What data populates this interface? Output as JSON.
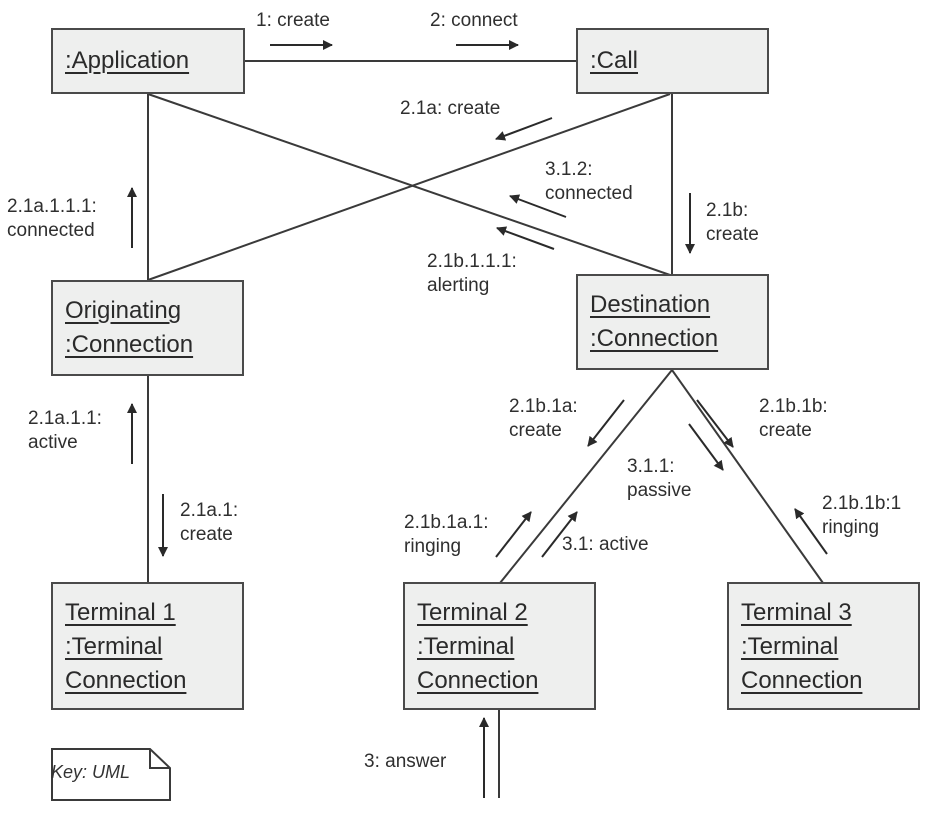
{
  "objects": {
    "application": {
      "lines": [
        ":Application"
      ]
    },
    "call": {
      "lines": [
        ":Call"
      ]
    },
    "originating": {
      "lines": [
        "Originating",
        ":Connection"
      ]
    },
    "destination": {
      "lines": [
        "Destination",
        ":Connection"
      ]
    },
    "terminal1": {
      "lines": [
        "Terminal 1",
        ":Terminal",
        "Connection"
      ]
    },
    "terminal2": {
      "lines": [
        "Terminal 2",
        ":Terminal",
        "Connection"
      ]
    },
    "terminal3": {
      "lines": [
        "Terminal 3",
        ":Terminal",
        "Connection"
      ]
    }
  },
  "links": [
    {
      "from": "application",
      "to": "call"
    },
    {
      "from": "application",
      "to": "originating"
    },
    {
      "from": "application",
      "to": "destination"
    },
    {
      "from": "call",
      "to": "originating"
    },
    {
      "from": "call",
      "to": "destination"
    },
    {
      "from": "originating",
      "to": "terminal1"
    },
    {
      "from": "destination",
      "to": "terminal2"
    },
    {
      "from": "destination",
      "to": "terminal3"
    }
  ],
  "messages": {
    "m1": {
      "lines": [
        "1: create"
      ],
      "from": "application",
      "to": "call"
    },
    "m2": {
      "lines": [
        "2: connect"
      ],
      "from": "application",
      "to": "call"
    },
    "m21a": {
      "lines": [
        "2.1a: create"
      ],
      "from": "call",
      "to": "originating"
    },
    "m312": {
      "lines": [
        "3.1.2:",
        "connected"
      ],
      "from": "destination",
      "to": "application"
    },
    "m21b111": {
      "lines": [
        "2.1b.1.1.1:",
        "alerting"
      ],
      "from": "destination",
      "to": "application"
    },
    "m21a111": {
      "lines": [
        "2.1a.1.1.1:",
        "connected"
      ],
      "from": "originating",
      "to": "application"
    },
    "m21b": {
      "lines": [
        "2.1b:",
        "create"
      ],
      "from": "call",
      "to": "destination"
    },
    "m21a11": {
      "lines": [
        "2.1a.1.1:",
        "active"
      ],
      "from": "terminal1",
      "to": "originating"
    },
    "m21a1": {
      "lines": [
        "2.1a.1:",
        "create"
      ],
      "from": "originating",
      "to": "terminal1"
    },
    "m21b1a": {
      "lines": [
        "2.1b.1a:",
        "create"
      ],
      "from": "destination",
      "to": "terminal2"
    },
    "m21b1b": {
      "lines": [
        "2.1b.1b:",
        "create"
      ],
      "from": "destination",
      "to": "terminal3"
    },
    "m311": {
      "lines": [
        "3.1.1:",
        "passive"
      ],
      "from": "destination",
      "to": "terminal3"
    },
    "m21b1a1": {
      "lines": [
        "2.1b.1a.1:",
        "ringing"
      ],
      "from": "terminal2",
      "to": "destination"
    },
    "m31": {
      "lines": [
        "3.1: active"
      ],
      "from": "terminal2",
      "to": "destination"
    },
    "m21b1b1": {
      "lines": [
        "2.1b.1b:1",
        "ringing"
      ],
      "from": "terminal3",
      "to": "destination"
    },
    "m3": {
      "lines": [
        "3: answer"
      ],
      "from": "external",
      "to": "terminal2"
    }
  },
  "note": {
    "text": "Key: UML"
  }
}
